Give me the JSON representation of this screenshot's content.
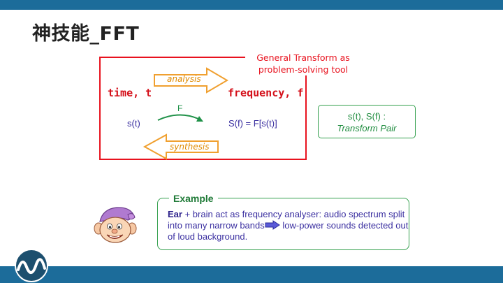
{
  "slide": {
    "title": "神技能_FFT",
    "callout": {
      "line1": "General Transform as",
      "line2": "problem-solving tool"
    },
    "domain_time": "time, t",
    "domain_frequency": "frequency, f",
    "analysis_label": "analysis",
    "synthesis_label": "synthesis",
    "signal_time": "s(t)",
    "signal_freq": "S(f) = F[s(t)]",
    "operator": "F",
    "transform_pair": {
      "line1": "s(t), S(f) :",
      "line2": "Transform Pair"
    },
    "example": {
      "title": "Example",
      "bold_word": "Ear",
      "part1": " + brain act as frequency analyser: audio spectrum split into many narrow bands",
      "part2": " low-power sounds detected out of loud background."
    }
  },
  "colors": {
    "bar_blue": "#1c6c9a",
    "red": "#e8121e",
    "orange_arrow": "#f0a030",
    "green": "#34a04e",
    "text_blue": "#3a2fa0"
  }
}
